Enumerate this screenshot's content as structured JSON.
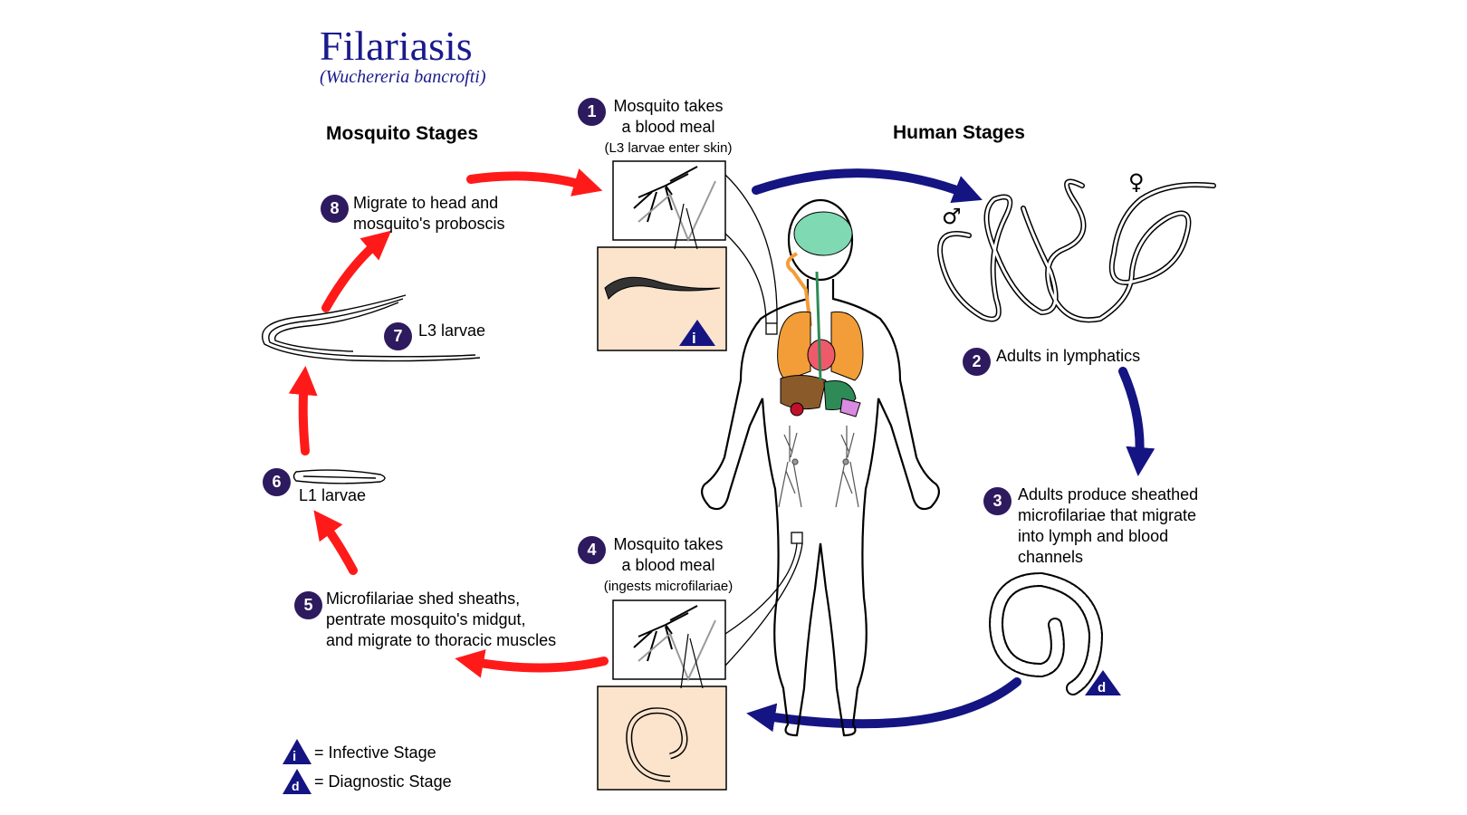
{
  "title": "Filariasis",
  "subtitle": "(Wuchereria bancrofti)",
  "sections": {
    "mosquito": "Mosquito Stages",
    "human": "Human Stages"
  },
  "steps": [
    {
      "num": "1",
      "line1": "Mosquito takes",
      "line2": "a blood meal",
      "note": "(L3 larvae enter skin)"
    },
    {
      "num": "2",
      "text": "Adults in lymphatics"
    },
    {
      "num": "3",
      "line1": "Adults produce sheathed",
      "line2": "microfilariae that migrate",
      "line3": "into lymph and blood",
      "line4": "channels"
    },
    {
      "num": "4",
      "line1": "Mosquito takes",
      "line2": "a blood meal",
      "note": "(ingests microfilariae)"
    },
    {
      "num": "5",
      "line1": "Microfilariae shed sheaths,",
      "line2": "pentrate mosquito's midgut,",
      "line3": "and migrate to thoracic muscles"
    },
    {
      "num": "6",
      "text": "L1 larvae"
    },
    {
      "num": "7",
      "text": "L3 larvae"
    },
    {
      "num": "8",
      "line1": "Migrate to head and",
      "line2": "mosquito's proboscis"
    }
  ],
  "symbols": {
    "male": "♂",
    "female": "♀",
    "infective_letter": "i",
    "diagnostic_letter": "d"
  },
  "legend": {
    "infective": "= Infective Stage",
    "diagnostic": "= Diagnostic Stage"
  },
  "colors": {
    "title": "#1a1a8c",
    "mosquito_arrow": "#ff1a1a",
    "human_arrow": "#141482",
    "badge": "#2e1a5e",
    "inset_bg": "#fbe3cc",
    "triangle": "#141482"
  }
}
